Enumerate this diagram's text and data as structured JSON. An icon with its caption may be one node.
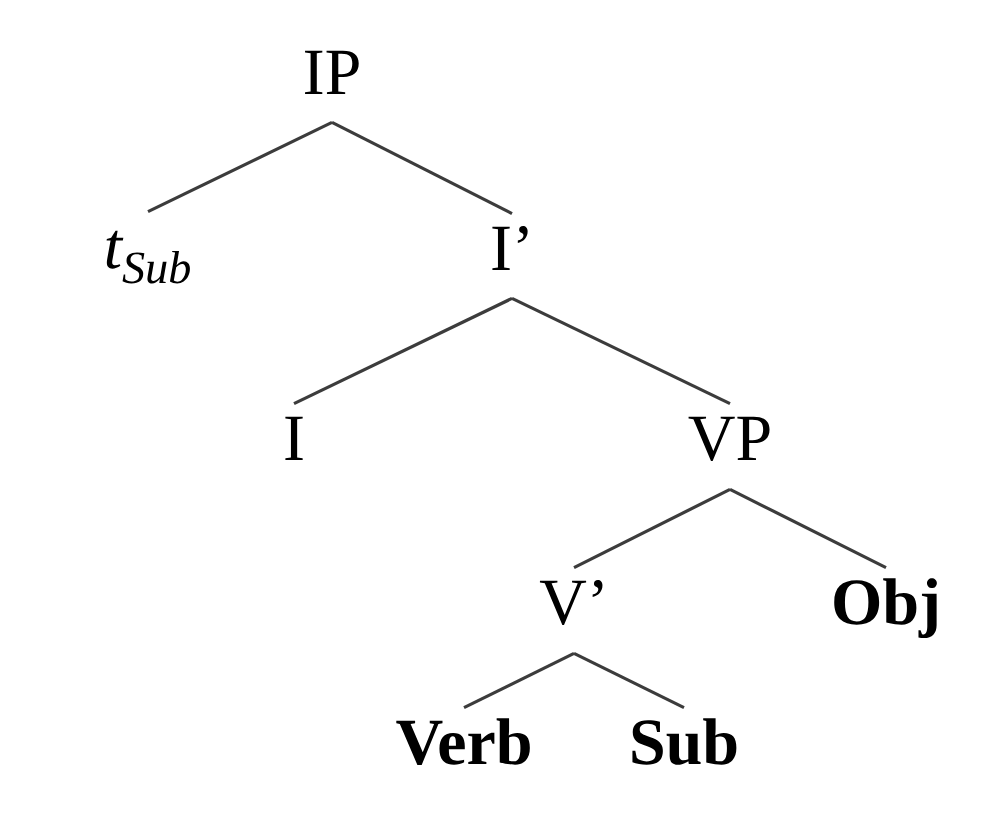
{
  "diagram": {
    "nodes": [
      {
        "text": [
          "IP"
        ]
      },
      {
        "text": [
          "t$_{Sub}$"
        ]
      },
      {
        "text": [
          "I’"
        ]
      },
      {
        "text": [
          "I"
        ]
      },
      {
        "text": [
          "VP"
        ]
      },
      {
        "text": [
          "V’"
        ]
      },
      {
        "text": [
          "Obj"
        ]
      },
      {
        "text": [
          "Verb"
        ]
      },
      {
        "text": [
          "Sub"
        ]
      }
    ],
    "edges": [
      {
        "from": 0,
        "to": 1,
        "arrow": "none"
      },
      {
        "from": 0,
        "to": 2,
        "arrow": "none"
      },
      {
        "from": 2,
        "to": 3,
        "arrow": "none"
      },
      {
        "from": 2,
        "to": 4,
        "arrow": "none"
      },
      {
        "from": 4,
        "to": 5,
        "arrow": "none"
      },
      {
        "from": 4,
        "to": 6,
        "arrow": "none"
      },
      {
        "from": 5,
        "to": 7,
        "arrow": "none"
      },
      {
        "from": 5,
        "to": 8,
        "arrow": "none"
      }
    ]
  }
}
